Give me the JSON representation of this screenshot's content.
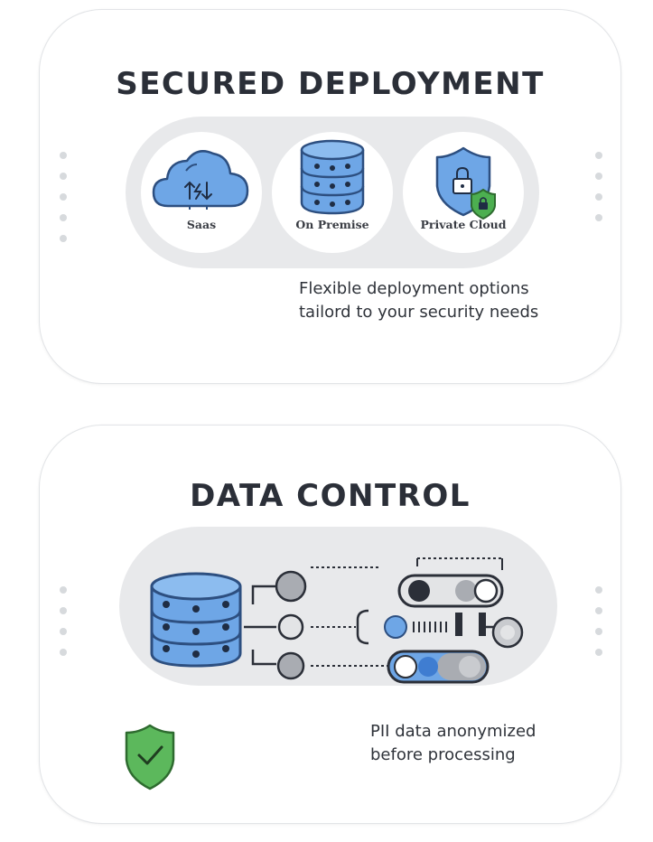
{
  "sections": {
    "deployment": {
      "title": "SECURED DEPLOYMENT",
      "options": [
        {
          "label": "Saas",
          "icon": "cloud-sync-icon"
        },
        {
          "label": "On Premise",
          "icon": "database-icon"
        },
        {
          "label": "Private Cloud",
          "icon": "shield-lock-icon"
        }
      ],
      "caption_line1": "Flexible deployment options",
      "caption_line2": "tailord to your security needs"
    },
    "data_control": {
      "title": "DATA CONTROL",
      "caption_line1": "PII data anonymized",
      "caption_line2": "before processing",
      "icons": [
        "database-icon",
        "toggle-switch-icon",
        "shield-check-icon"
      ]
    }
  },
  "colors": {
    "title": "#2b2f38",
    "pill": "#e8e9eb",
    "accent_blue": "#6ea6e6",
    "accent_blue_dark": "#2d4f80",
    "accent_green": "#4caf50"
  }
}
